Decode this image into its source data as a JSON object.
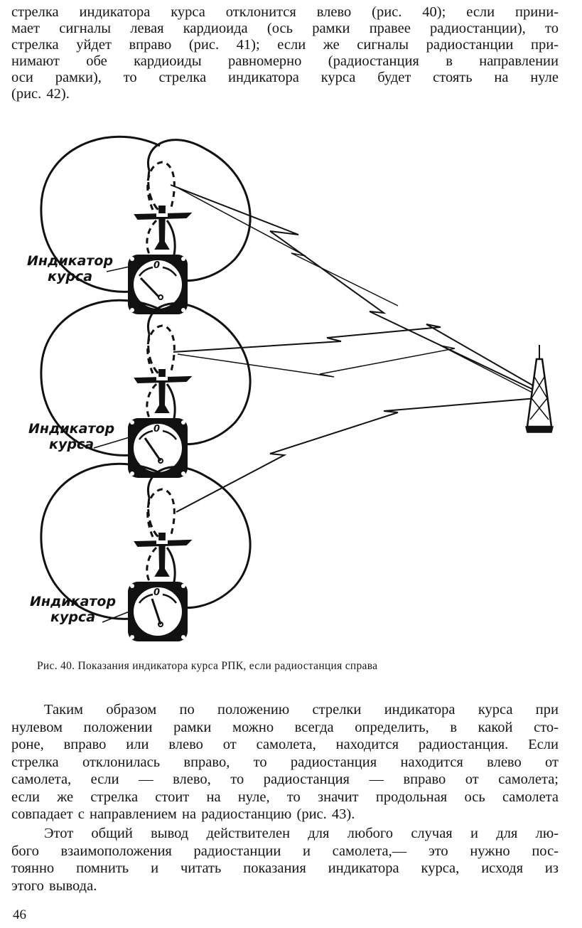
{
  "paragraph_top": [
    "стрелка индикатора курса отклонится влево (рис. 40); если прини-",
    "мает сигналы левая кардиоида (ось рамки правее радиостанции), то",
    "стрелка уйдет вправо (рис. 41); если же сигналы радиостанции при-",
    "нимают обе кардиоиды равномерно (радиостанция в направлении",
    "оси рамки), то стрелка индикатора курса будет стоять на нуле",
    "(рис. 42)."
  ],
  "figure": {
    "indicator_label_line1": "Индикатор",
    "indicator_label_line2": "курса",
    "dial_zero": "0",
    "caption": "Рис. 40. Показания индикатора курса РПК, если радиостанция справа"
  },
  "paragraph_conclusion": [
    "Таким образом по положению стрелки индикатора курса при",
    "нулевом положении рамки можно всегда определить, в какой сто-",
    "роне, вправо или влево от самолета, находится радиостанция. Если",
    "стрелка отклонилась вправо, то радиостанция находится влево от",
    "самолета, если — влево, то радиостанция — вправо от самолета;",
    "если же стрелка стоит на нуле, то значит продольная ось самолета",
    "совпадает с направлением на радиостанцию (рис. 43)."
  ],
  "paragraph_final": [
    "Этот общий вывод действителен для любого случая и для лю-",
    "бого взаимоположения радиостанции и самолета,— это нужно пос-",
    "тоянно помнить и читать показания индикатора курса, исходя из",
    "этого вывода."
  ],
  "page_number": "46"
}
